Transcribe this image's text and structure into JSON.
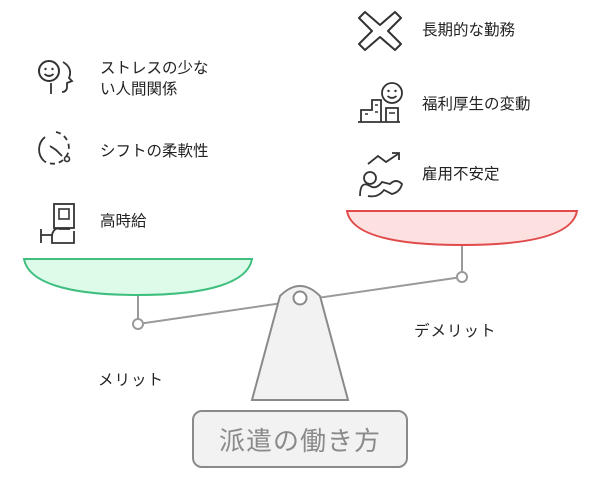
{
  "title": "派遣の働き方",
  "merit": {
    "label": "メリット",
    "color": "#3fbf7f",
    "fill": "#dcfbe8",
    "items": [
      {
        "icon": "stress-free-face-icon",
        "lines": [
          "ストレスの少な",
          "い人間関係"
        ]
      },
      {
        "icon": "flexible-shift-clock-icon",
        "lines": [
          "シフトの柔軟性"
        ]
      },
      {
        "icon": "high-hourly-wage-cash-icon",
        "lines": [
          "高時給"
        ]
      }
    ]
  },
  "demerit": {
    "label": "デメリット",
    "color": "#e04a4a",
    "fill": "#fde0e0",
    "items": [
      {
        "icon": "cross-x-icon",
        "lines": [
          "長期的な勤務"
        ]
      },
      {
        "icon": "welfare-building-icon",
        "lines": [
          "福利厚生の変動"
        ]
      },
      {
        "icon": "unstable-employment-icon",
        "lines": [
          "雇用不安定"
        ]
      }
    ]
  }
}
